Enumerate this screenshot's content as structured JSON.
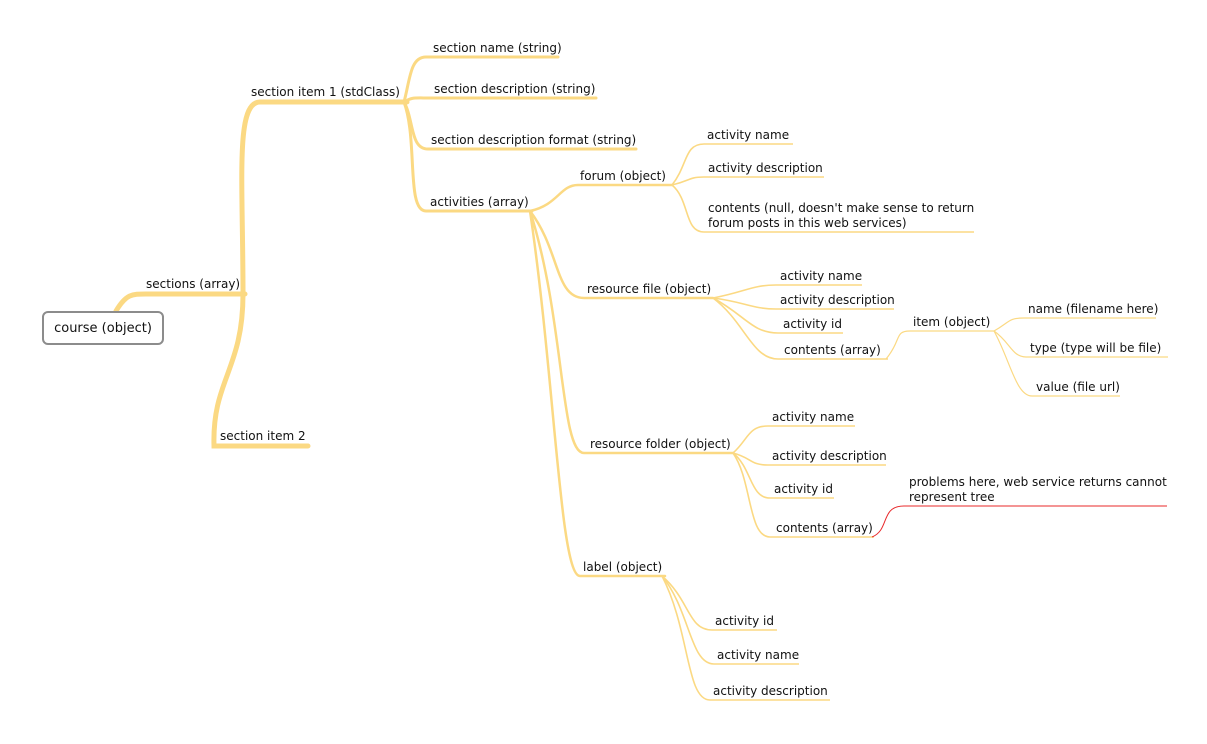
{
  "colors": {
    "branch": "#fbd983",
    "warning": "#e8282a",
    "root_border": "#8c8c8c"
  },
  "nodes": {
    "course": "course (object)",
    "sections": "sections (array)",
    "section_item_1": "section item 1 (stdClass)",
    "section_item_2": "section item 2",
    "section_name": "section name (string)",
    "section_description": "section description (string)",
    "section_description_format": "section description format (string)",
    "activities": "activities (array)",
    "forum": "forum (object)",
    "forum_activity_name": "activity name",
    "forum_activity_description": "activity description",
    "forum_contents_line1": "contents (null, doesn't make sense to return",
    "forum_contents_line2": "forum posts in this web services)",
    "resource_file": "resource file (object)",
    "rf_activity_name": "activity name",
    "rf_activity_description": "activity description",
    "rf_activity_id": "activity id",
    "rf_contents": "contents (array)",
    "item": "item (object)",
    "item_name": "name (filename here)",
    "item_type": "type (type will be file)",
    "item_value": "value (file url)",
    "resource_folder": "resource folder (object)",
    "rfo_activity_name": "activity name",
    "rfo_activity_description": "activity description",
    "rfo_activity_id": "activity id",
    "rfo_contents": "contents (array)",
    "problem_line1": "problems here, web service returns cannot",
    "problem_line2": "represent tree",
    "label": "label (object)",
    "label_activity_id": "activity id",
    "label_activity_name": "activity name",
    "label_activity_description": "activity description"
  }
}
